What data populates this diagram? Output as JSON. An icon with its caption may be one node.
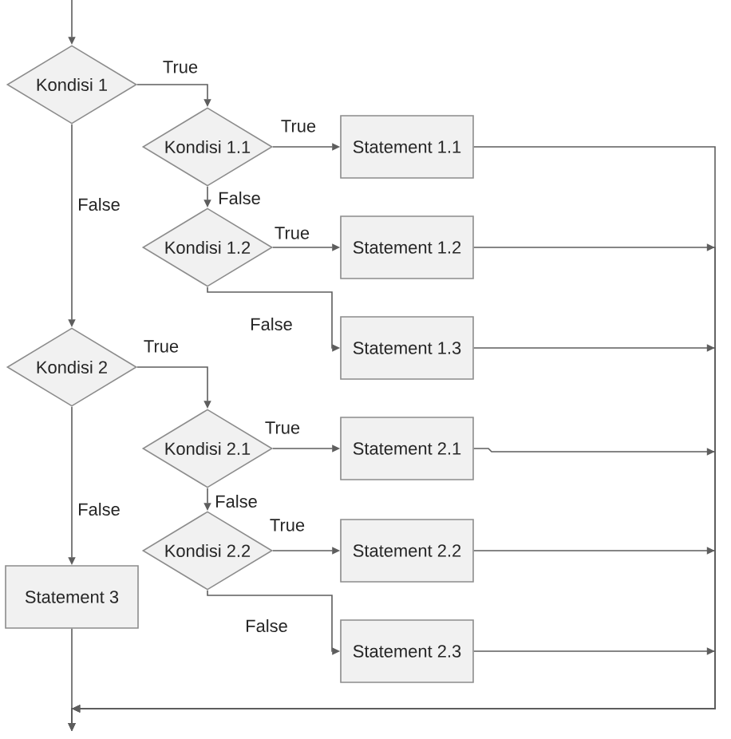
{
  "diagram": {
    "nodes": [
      {
        "text": [
          "Kondisi 1"
        ]
      },
      {
        "text": [
          "Kondisi 1.1"
        ]
      },
      {
        "text": [
          "Statement 1.1"
        ]
      },
      {
        "text": [
          "Kondisi 1.2"
        ]
      },
      {
        "text": [
          "Statement 1.2"
        ]
      },
      {
        "text": [
          "Statement 1.3"
        ]
      },
      {
        "text": [
          "Kondisi 2"
        ]
      },
      {
        "text": [
          "Kondisi 2.1"
        ]
      },
      {
        "text": [
          "Statement 2.1"
        ]
      },
      {
        "text": [
          "Kondisi 2.2"
        ]
      },
      {
        "text": [
          "Statement 2.2"
        ]
      },
      {
        "text": [
          "Statement 2.3"
        ]
      },
      {
        "text": [
          "Statement 3"
        ]
      }
    ],
    "edges": [
      {
        "from": null,
        "to": 0,
        "arrow": "to"
      },
      {
        "from": 0,
        "to": 1,
        "arrow": "to",
        "label": "True"
      },
      {
        "from": 1,
        "to": 2,
        "arrow": "to",
        "label": "True"
      },
      {
        "from": 1,
        "to": 3,
        "arrow": "to",
        "label": "False"
      },
      {
        "from": 3,
        "to": 4,
        "arrow": "to",
        "label": "True"
      },
      {
        "from": 3,
        "to": 5,
        "arrow": "to",
        "label": "False"
      },
      {
        "from": 0,
        "to": 6,
        "arrow": "to",
        "label": "False"
      },
      {
        "from": 6,
        "to": 7,
        "arrow": "to",
        "label": "True"
      },
      {
        "from": 7,
        "to": 8,
        "arrow": "to",
        "label": "True"
      },
      {
        "from": 7,
        "to": 9,
        "arrow": "to",
        "label": "False"
      },
      {
        "from": 9,
        "to": 10,
        "arrow": "to",
        "label": "True"
      },
      {
        "from": 9,
        "to": 11,
        "arrow": "to",
        "label": "False"
      },
      {
        "from": 6,
        "to": 12,
        "arrow": "to",
        "label": "False"
      },
      {
        "from": 2,
        "to": null,
        "arrow": "to"
      },
      {
        "from": 4,
        "to": null,
        "arrow": "to"
      },
      {
        "from": 5,
        "to": null,
        "arrow": "to"
      },
      {
        "from": 8,
        "to": null,
        "arrow": "to"
      },
      {
        "from": 10,
        "to": null,
        "arrow": "to"
      },
      {
        "from": 11,
        "to": null,
        "arrow": "to"
      },
      {
        "from": 12,
        "to": null,
        "arrow": "to"
      }
    ]
  }
}
